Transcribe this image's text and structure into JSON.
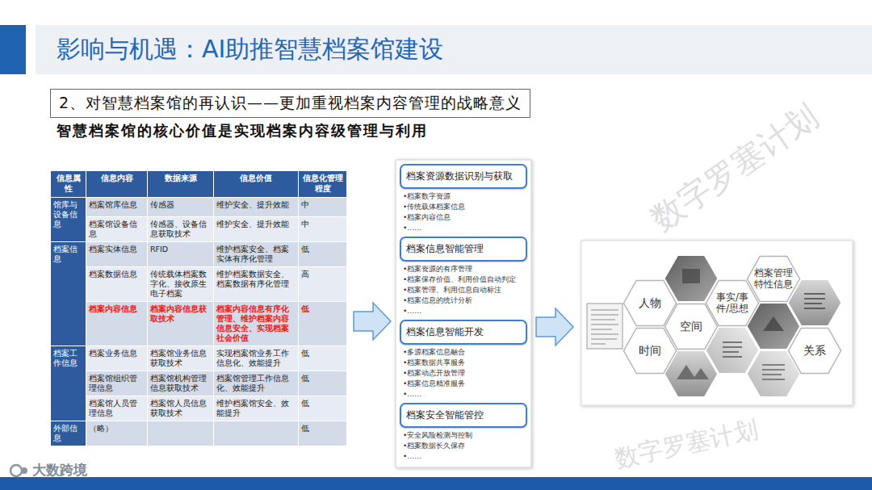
{
  "diagram": {
    "title": "影响与机遇：AI助推智慧档案馆建设",
    "nodes": [
      {
        "text": [
          "2、对智慧档案馆的再认识——更加重视档案内容管理的战略意义"
        ]
      },
      {
        "text": [
          "档案资源数据识别与获取"
        ]
      },
      {
        "text": [
          "档案信息智能管理"
        ]
      },
      {
        "text": [
          "档案信息智能开发"
        ]
      },
      {
        "text": [
          "档案安全智能管控"
        ]
      },
      {
        "text": [
          "人物"
        ]
      },
      {
        "text": [
          "时间"
        ]
      },
      {
        "text": [
          "空间"
        ]
      },
      {
        "text": [
          "事实/事件/思想"
        ]
      },
      {
        "text": [
          "档案管理特性信息"
        ]
      },
      {
        "text": [
          "关系"
        ]
      }
    ],
    "labels": [
      "智慧档案馆的核心价值是实现档案内容级管理与利用",
      "信息属性",
      "信息内容",
      "数据来源",
      "信息价值",
      "信息化管理程度",
      "馆库与设备信息",
      "档案馆库信息",
      "传感器",
      "维护安全、提升效能",
      "中",
      "档案馆设备信息",
      "传感器、设备信息获取技术",
      "维护安全、提升效能",
      "中",
      "档案信息",
      "档案实体信息",
      "RFID",
      "维护档案安全、档案实体有序化管理",
      "低",
      "档案数据信息",
      "传统载体档案数字化、接收原生电子档案",
      "维护档案数据安全、档案数据有序化管理",
      "高",
      "档案内容信息",
      "档案内容信息获取技术",
      "档案内容信息有序化管理、维护档案内容信息安全、实现档案社会价值",
      "低",
      "档案工作信息",
      "档案业务信息",
      "档案馆业务信息获取技术",
      "实现档案馆业务工作信息化、效能提升",
      "低",
      "档案馆组织管理信息",
      "档案馆机构管理信息获取技术",
      "档案馆管理工作信息化、效能提升",
      "低",
      "档案馆人员管理信息",
      "档案馆人员信息获取技术",
      "维护档案馆安全、效能提升",
      "低",
      "外部信息",
      "（略）",
      "低",
      "•档案数字资源",
      "•传统载体档案信息",
      "•档案内容信息",
      "•……",
      "•档案资源的有序管理",
      "•档案保存价值、利用价值自动判定",
      "•档案管理、利用信息自动标注",
      "•档案信息的统计分析",
      "•……",
      "•多源档案信息融合",
      "•档案数据共享服务",
      "•档案动态开放管理",
      "•档案信息精准服务",
      "•……",
      "•安全风险检测与控制",
      "•档案数据长久保存",
      "•……",
      "数字罗塞计划",
      "数字罗塞计划",
      "大数跨境"
    ]
  }
}
